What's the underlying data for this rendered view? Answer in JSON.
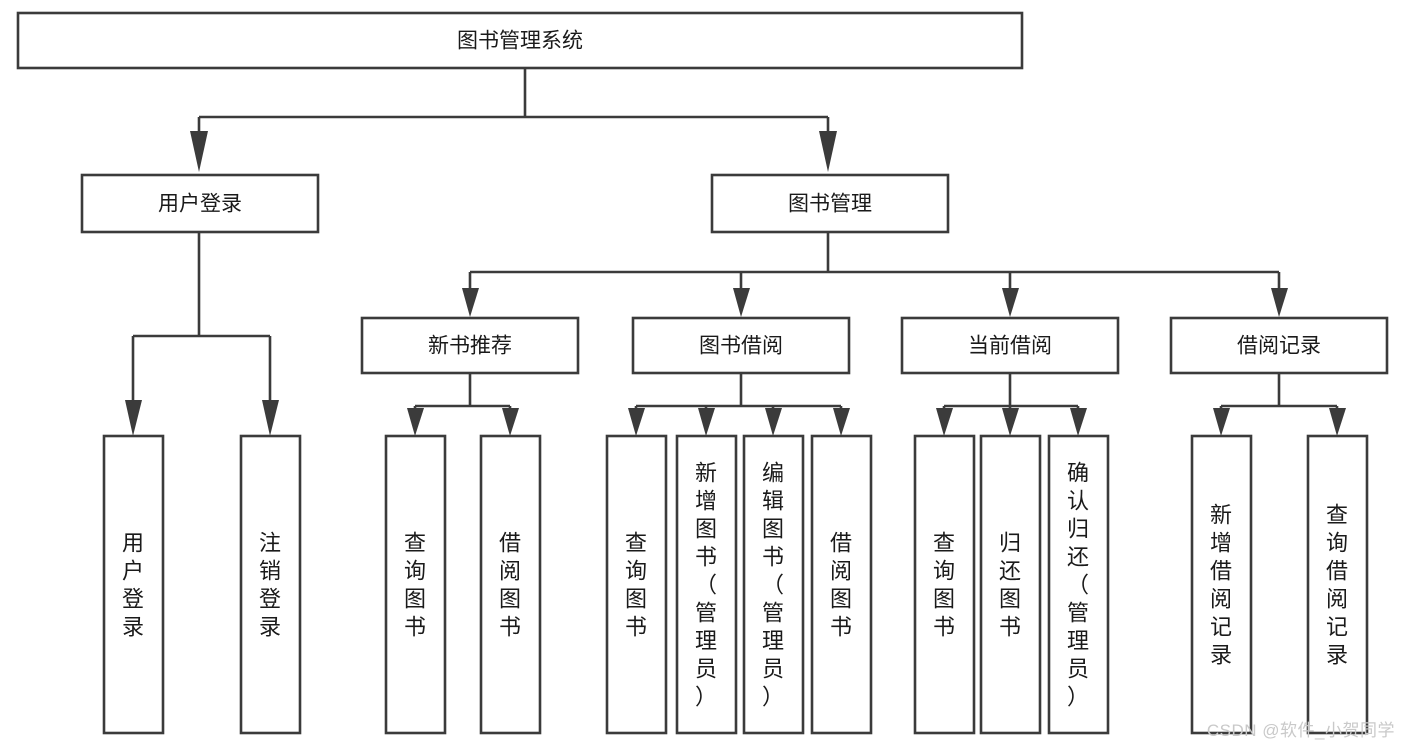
{
  "diagram": {
    "type": "tree-hierarchy-chart",
    "title": "图书管理系统",
    "orientation": "top-down",
    "colors": {
      "box_stroke": "#3b3b3b",
      "box_fill": "#ffffff",
      "line": "#3b3b3b",
      "text": "#1a1a1a",
      "background": "#ffffff",
      "watermark": "#c9c9c9"
    },
    "levels": {
      "level1": "root",
      "level2": "modules",
      "level3": "submodules",
      "level4": "functions"
    }
  },
  "root": {
    "label": "图书管理系统"
  },
  "modules": [
    {
      "id": "user-login",
      "label": "用户登录"
    },
    {
      "id": "book-management",
      "label": "图书管理"
    }
  ],
  "submodules": [
    {
      "id": "new-book-recommend",
      "label": "新书推荐",
      "parent": "book-management"
    },
    {
      "id": "book-borrow",
      "label": "图书借阅",
      "parent": "book-management"
    },
    {
      "id": "current-borrow",
      "label": "当前借阅",
      "parent": "book-management"
    },
    {
      "id": "borrow-record",
      "label": "借阅记录",
      "parent": "book-management"
    }
  ],
  "leaves": [
    {
      "id": "leaf-user-login",
      "label": "用户登录",
      "parent": "user-login"
    },
    {
      "id": "leaf-user-logout",
      "label": "注销登录",
      "parent": "user-login"
    },
    {
      "id": "leaf-query-book-1",
      "label": "查询图书",
      "parent": "new-book-recommend"
    },
    {
      "id": "leaf-borrow-book-1",
      "label": "借阅图书",
      "parent": "new-book-recommend"
    },
    {
      "id": "leaf-query-book-2",
      "label": "查询图书",
      "parent": "book-borrow"
    },
    {
      "id": "leaf-add-book",
      "label": "新增图书（管理员）",
      "parent": "book-borrow"
    },
    {
      "id": "leaf-edit-book",
      "label": "编辑图书（管理员）",
      "parent": "book-borrow"
    },
    {
      "id": "leaf-borrow-book-2",
      "label": "借阅图书",
      "parent": "book-borrow"
    },
    {
      "id": "leaf-query-book-3",
      "label": "查询图书",
      "parent": "current-borrow"
    },
    {
      "id": "leaf-return-book",
      "label": "归还图书",
      "parent": "current-borrow"
    },
    {
      "id": "leaf-confirm-return",
      "label": "确认归还（管理员）",
      "parent": "current-borrow"
    },
    {
      "id": "leaf-add-record",
      "label": "新增借阅记录",
      "parent": "borrow-record"
    },
    {
      "id": "leaf-query-record",
      "label": "查询借阅记录",
      "parent": "borrow-record"
    }
  ],
  "watermark": {
    "text": "CSDN @软件_小贺同学"
  }
}
